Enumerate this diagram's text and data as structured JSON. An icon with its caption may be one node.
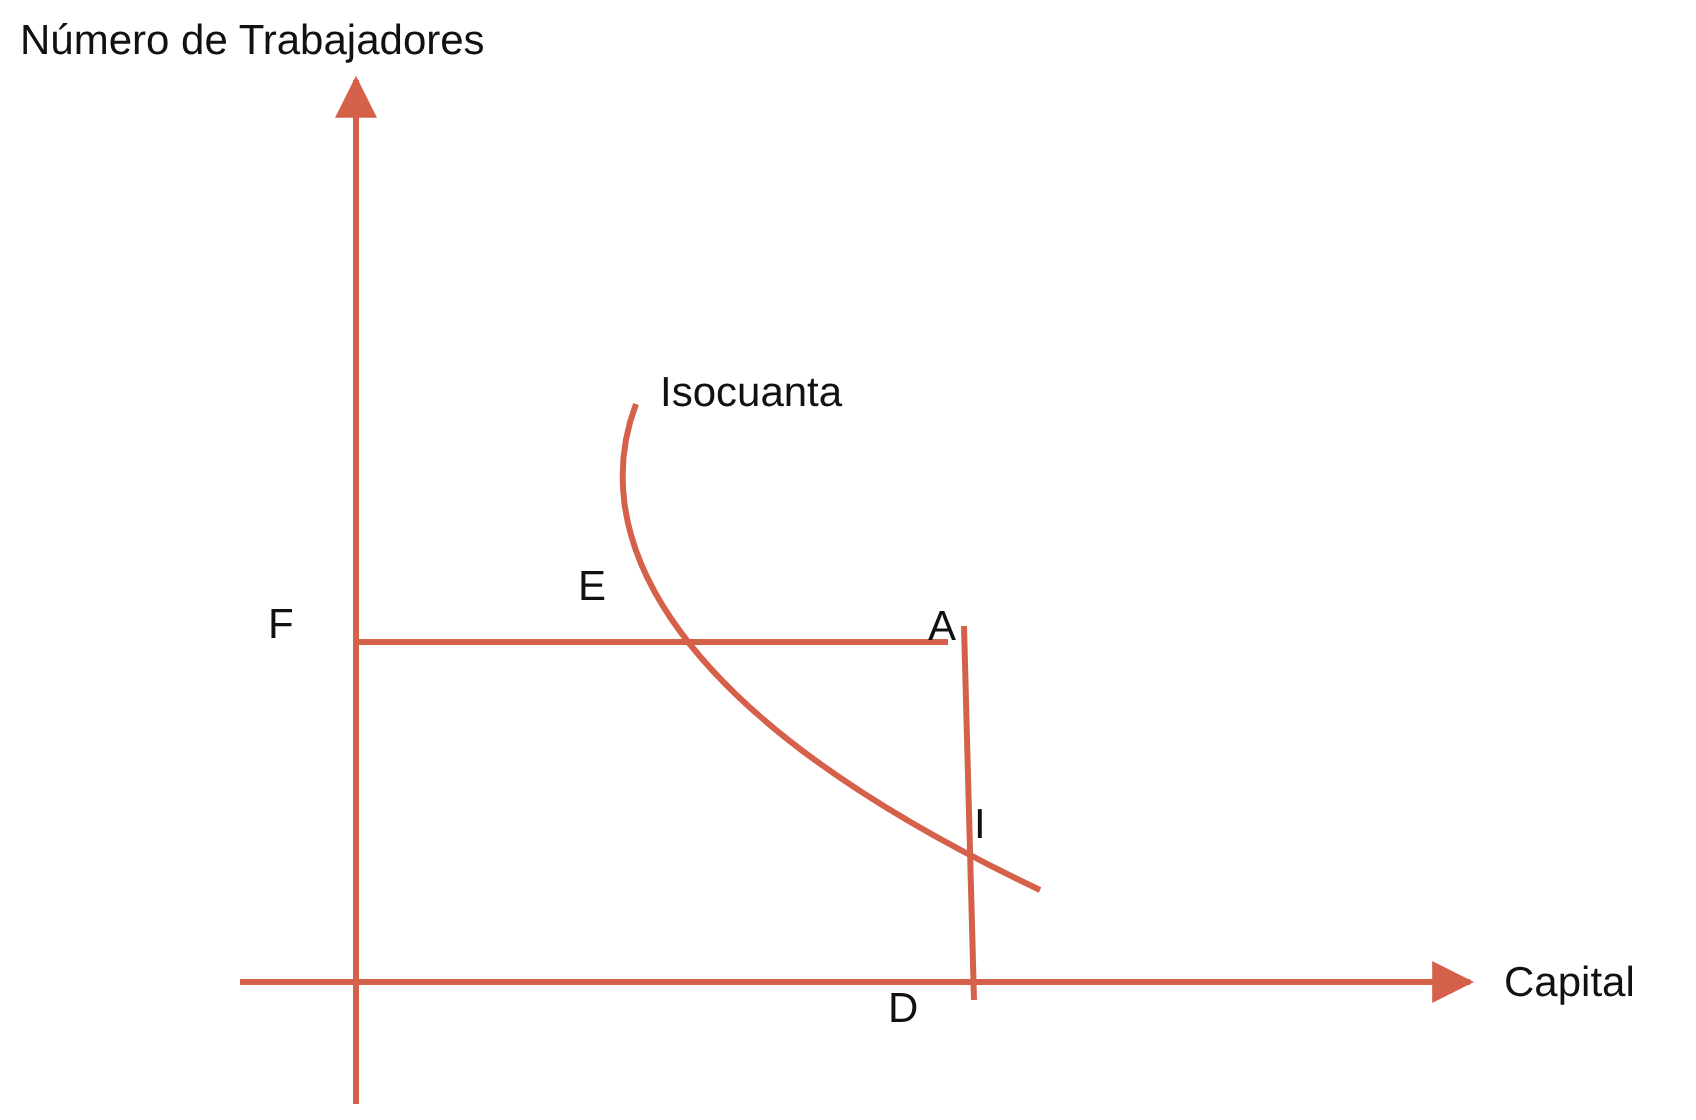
{
  "diagram": {
    "labels": [
      "Número de Trabajadores",
      "Isocuanta",
      "E",
      "F",
      "A",
      "I",
      "Capital",
      "D"
    ]
  }
}
